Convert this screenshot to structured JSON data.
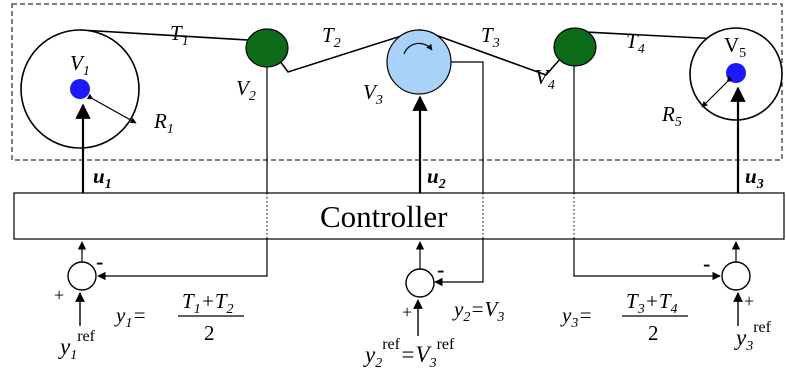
{
  "colors": {
    "roller": "#0b6b17",
    "active_roller": "#a9d2f8",
    "winder_core": "#1a1aff",
    "line": "#000000"
  },
  "tension_labels": [
    "T",
    "T",
    "T",
    "T"
  ],
  "tension_subs": [
    "1",
    "2",
    "3",
    "4"
  ],
  "velocity_letter": "V",
  "velocity_subs": [
    "1",
    "2",
    "3",
    "4",
    "5"
  ],
  "radius_letter": "R",
  "radius_subs": [
    "1",
    "5"
  ],
  "inputs": [
    {
      "letter": "u",
      "sub": "1"
    },
    {
      "letter": "u",
      "sub": "2"
    },
    {
      "letter": "u",
      "sub": "3"
    }
  ],
  "controller_label": "Controller",
  "sum_signs": {
    "minus": "-",
    "plus": "+"
  },
  "outputs": {
    "y1": {
      "lhs": "y",
      "sub": "1",
      "eq": "=",
      "num_a": "T",
      "num_a_sub": "1",
      "plus": "+",
      "num_b": "T",
      "num_b_sub": "2",
      "den": "2"
    },
    "y2": {
      "lhs": "y",
      "sub": "2",
      "eq": "=",
      "rhs": "V",
      "rhs_sub": "3"
    },
    "y3": {
      "lhs": "y",
      "sub": "3",
      "eq": "=",
      "num_a": "T",
      "num_a_sub": "3",
      "plus": "+",
      "num_b": "T",
      "num_b_sub": "4",
      "den": "2"
    }
  },
  "references": {
    "r1": {
      "letter": "y",
      "sub": "1",
      "sup": "ref"
    },
    "r2": {
      "letter": "y",
      "sub": "2",
      "sup": "ref",
      "eq": "=",
      "rhs": "V",
      "rhs_sub": "3",
      "rhs_sup": "ref"
    },
    "r3": {
      "letter": "y",
      "sub": "3",
      "sup": "ref"
    }
  }
}
